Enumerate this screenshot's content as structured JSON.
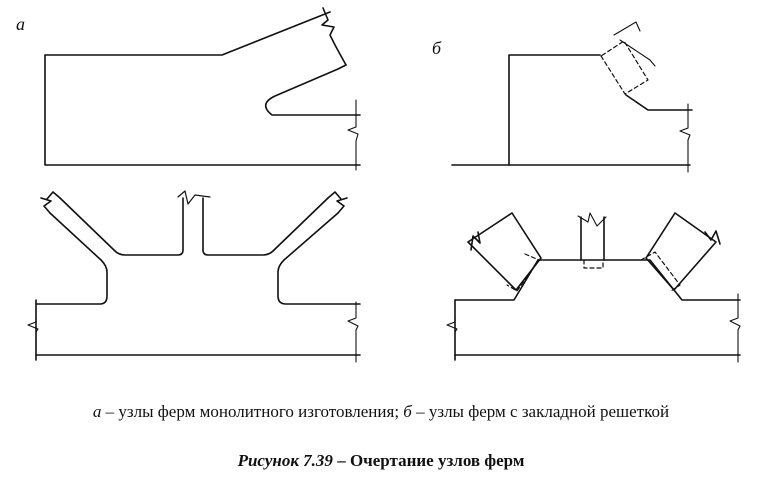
{
  "labels": {
    "a": "а",
    "b": "б"
  },
  "caption": {
    "a_mark": "а",
    "a_text": " – узлы ферм монолитного изготовления; ",
    "b_mark": "б",
    "b_text": " – узлы ферм с закладной решеткой"
  },
  "title": {
    "number": "Рисунок 7.39",
    "text": " – Очертание узлов ферм"
  },
  "colors": {
    "line": "#111111",
    "background": "#ffffff"
  }
}
